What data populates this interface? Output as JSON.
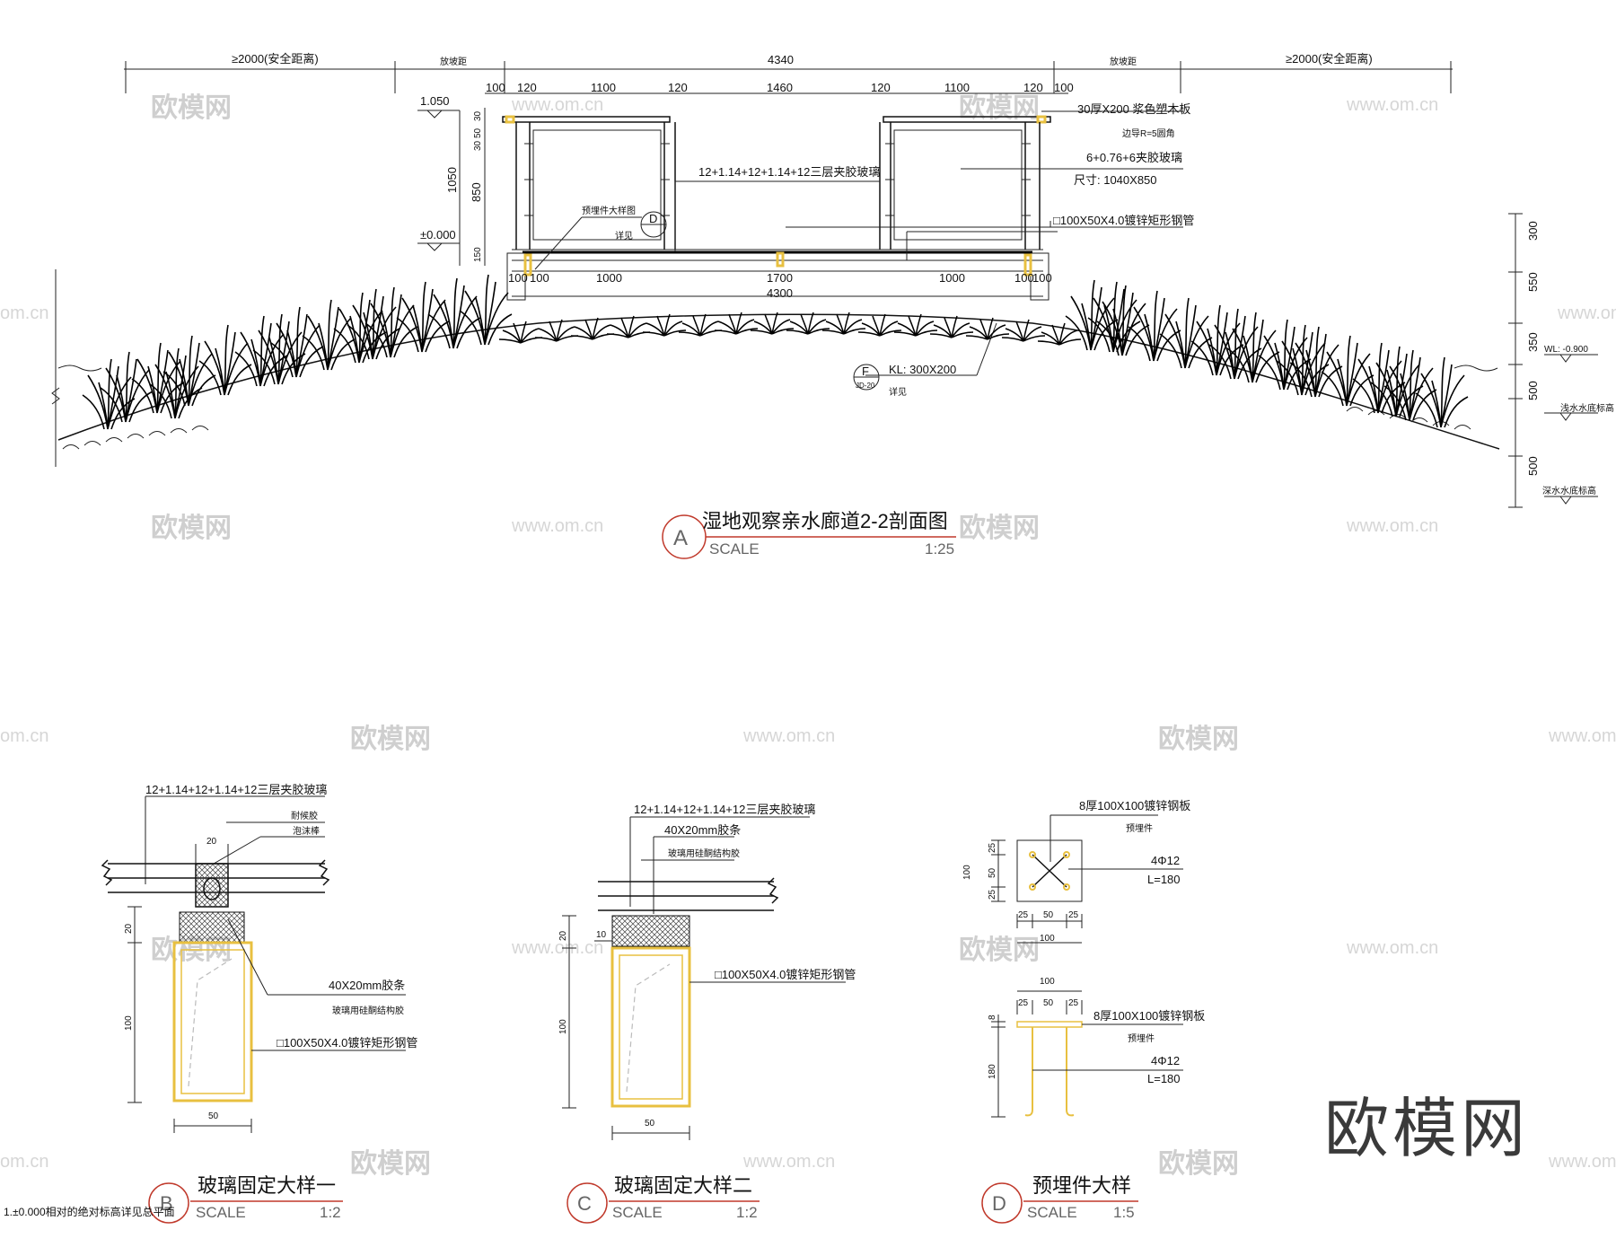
{
  "section_a": {
    "title": "湿地观察亲水廊道2-2剖面图",
    "scale_label": "SCALE",
    "scale_value": "1:25",
    "marker": "A",
    "top_dims": {
      "left_outer": "≥2000(安全距离)",
      "left_slope": "放坡距",
      "total": "4340",
      "right_slope": "放坡距",
      "right_outer": "≥2000(安全距离)"
    },
    "sub_dims": [
      "100",
      "120",
      "1100",
      "120",
      "1460",
      "120",
      "1100",
      "120",
      "100"
    ],
    "levels": {
      "top": "1.050",
      "zero": "±0.000"
    },
    "left_vert_dims": [
      "30",
      "50",
      "30",
      "1050",
      "850",
      "150"
    ],
    "bottom_dims": [
      "100",
      "100",
      "1000",
      "1700",
      "1000",
      "100",
      "100"
    ],
    "bottom_total": "4300",
    "notes": [
      "30厚X200 浆色塑木板",
      "边导R=5圆角",
      "6+0.76+6夹胶玻璃",
      "尺寸: 1040X850",
      "□100X50X4.0镀锌矩形钢管"
    ],
    "center_note": "12+1.14+12+1.14+12三层夹胶玻璃",
    "detail_d": {
      "text": "预埋件大样图",
      "sub": "详见",
      "marker": "D"
    },
    "detail_f": {
      "text": "KL: 300X200",
      "sub": "详见",
      "marker": "F",
      "ref": "JD-20"
    },
    "right_dims": [
      "300",
      "550",
      "350",
      "500",
      "500"
    ],
    "right_labels": {
      "wl": "WL: -0.900",
      "shallow": "浅水水底标高",
      "deep": "深水水底标高"
    }
  },
  "detail_b": {
    "title": "玻璃固定大样一",
    "scale_label": "SCALE",
    "scale_value": "1:2",
    "marker": "B",
    "notes": [
      "12+1.14+12+1.14+12三层夹胶玻璃",
      "耐候胶",
      "泡沫棒",
      "40X20mm胶条",
      "玻璃用硅酮结构胶",
      "□100X50X4.0镀锌矩形钢管"
    ],
    "dims": [
      "20",
      "20",
      "100",
      "50"
    ]
  },
  "detail_c": {
    "title": "玻璃固定大样二",
    "scale_label": "SCALE",
    "scale_value": "1:2",
    "marker": "C",
    "notes": [
      "12+1.14+12+1.14+12三层夹胶玻璃",
      "40X20mm胶条",
      "玻璃用硅酮结构胶",
      "□100X50X4.0镀锌矩形钢管"
    ],
    "dims": [
      "20",
      "10",
      "100",
      "50"
    ]
  },
  "detail_d_plan": {
    "title": "预埋件大样",
    "scale_label": "SCALE",
    "scale_value": "1:5",
    "marker": "D",
    "notes_top": [
      "8厚100X100镀锌钢板",
      "预埋件",
      "4Φ12",
      "L=180"
    ],
    "notes_bottom": [
      "8厚100X100镀锌钢板",
      "预埋件",
      "4Φ12",
      "L=180"
    ],
    "dims_plan": [
      "100",
      "25",
      "50",
      "25",
      "25",
      "50",
      "25",
      "100"
    ],
    "dims_elev": [
      "100",
      "25",
      "50",
      "25",
      "8",
      "180"
    ]
  },
  "footnote": "1.±0.000相对的绝对标高详见总平面",
  "watermarks": {
    "brand": "欧模网",
    "url": "www.om.cn",
    "url_short": "om.cn"
  }
}
